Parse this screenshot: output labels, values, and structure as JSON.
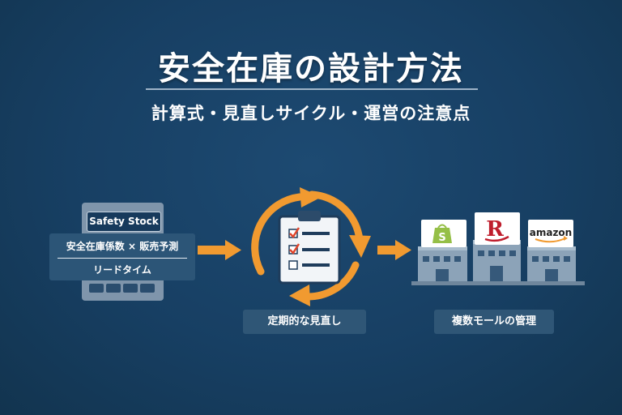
{
  "header": {
    "title": "安全在庫の設計方法",
    "subtitle": "計算式・見直しサイクル・運営の注意点"
  },
  "formula_card": {
    "label": "Safety Stock",
    "numerator": "安全在庫係数 × 販売予測",
    "denominator": "リードタイム"
  },
  "review": {
    "caption": "定期的な見直し"
  },
  "malls": {
    "caption": "複数モールの管理",
    "signs": [
      "shopify-logo",
      "rakuten-logo",
      "amazon-logo"
    ],
    "shopify_letter": "S",
    "rakuten_letter": "R",
    "amazon_text": "amazon"
  },
  "colors": {
    "background": "#173f63",
    "accent": "#f19a30",
    "card": "#7f95ab",
    "panel": "#2c5577",
    "rakuten": "#bf1e2d",
    "shopify": "#95bf47"
  }
}
